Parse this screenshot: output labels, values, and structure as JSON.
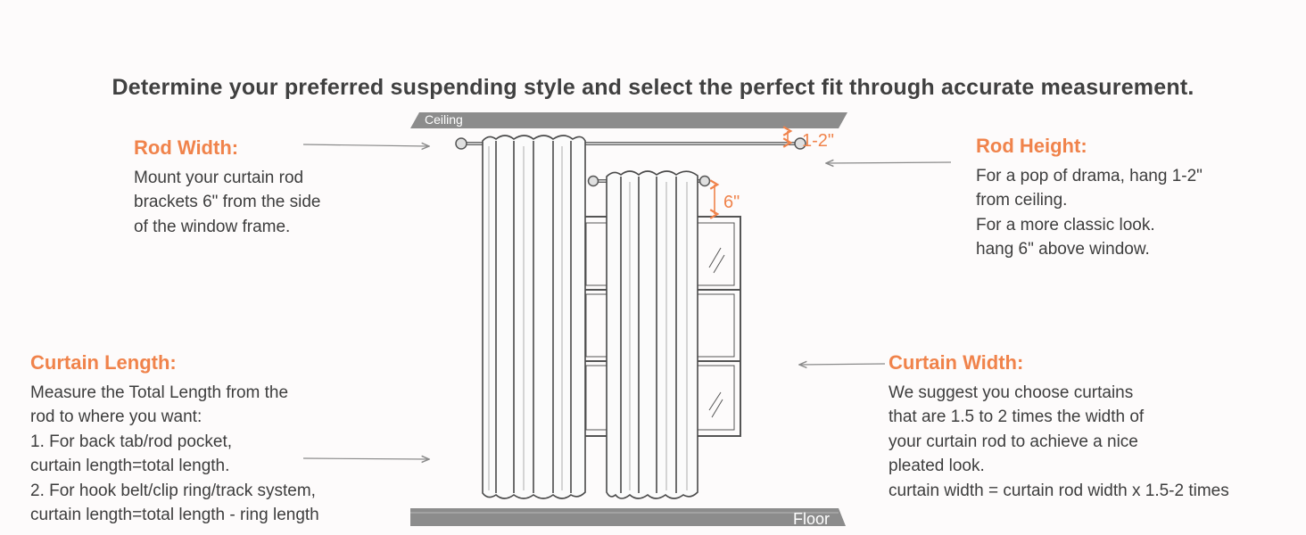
{
  "headline": "Determine your preferred suspending style and select the perfect fit through accurate measurement.",
  "colors": {
    "accent": "#f0834b",
    "text": "#3d3d3d",
    "line": "#8a8a8a",
    "bar": "#8c8c8c"
  },
  "diagram": {
    "ceiling_label": "Ceiling",
    "floor_label": "Floor",
    "gap_top_label": "1-2\"",
    "gap_window_label": "6\""
  },
  "rod_width": {
    "title": "Rod Width:",
    "body": "Mount your curtain rod\nbrackets 6\" from the side\nof the window frame."
  },
  "rod_height": {
    "title": "Rod Height:",
    "body": "For a pop of drama, hang 1-2\"\nfrom ceiling.\nFor a more classic look.\nhang 6\" above window."
  },
  "curtain_length": {
    "title": "Curtain Length:",
    "body": "Measure the Total Length from the\nrod to where you want:\n1. For back tab/rod pocket,\ncurtain length=total length.\n2. For hook belt/clip ring/track system,\ncurtain length=total length - ring length"
  },
  "curtain_width": {
    "title": "Curtain Width:",
    "body": "We suggest you choose curtains\nthat are 1.5 to 2 times the width of\nyour curtain rod to achieve a nice\npleated look.\ncurtain width = curtain rod width x 1.5-2 times"
  }
}
